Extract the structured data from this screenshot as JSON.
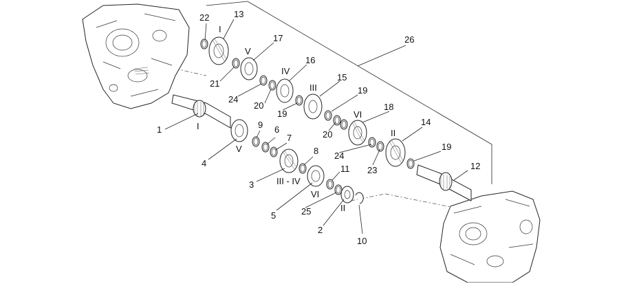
{
  "diagram": {
    "callouts": [
      {
        "id": "c1",
        "text": "1"
      },
      {
        "id": "c2",
        "text": "2"
      },
      {
        "id": "c3",
        "text": "3"
      },
      {
        "id": "c4",
        "text": "4"
      },
      {
        "id": "c5",
        "text": "5"
      },
      {
        "id": "c6",
        "text": "6"
      },
      {
        "id": "c7",
        "text": "7"
      },
      {
        "id": "c8",
        "text": "8"
      },
      {
        "id": "c9",
        "text": "9"
      },
      {
        "id": "c10",
        "text": "10"
      },
      {
        "id": "c11",
        "text": "11"
      },
      {
        "id": "c12",
        "text": "12"
      },
      {
        "id": "c13",
        "text": "13"
      },
      {
        "id": "c14",
        "text": "14"
      },
      {
        "id": "c15",
        "text": "15"
      },
      {
        "id": "c16",
        "text": "16"
      },
      {
        "id": "c17",
        "text": "17"
      },
      {
        "id": "c18",
        "text": "18"
      },
      {
        "id": "c19a",
        "text": "19"
      },
      {
        "id": "c19b",
        "text": "19"
      },
      {
        "id": "c19c",
        "text": "19"
      },
      {
        "id": "c20a",
        "text": "20"
      },
      {
        "id": "c20b",
        "text": "20"
      },
      {
        "id": "c21",
        "text": "21"
      },
      {
        "id": "c22",
        "text": "22"
      },
      {
        "id": "c23",
        "text": "23"
      },
      {
        "id": "c24a",
        "text": "24"
      },
      {
        "id": "c24b",
        "text": "24"
      },
      {
        "id": "c25",
        "text": "25"
      },
      {
        "id": "c26",
        "text": "26"
      }
    ],
    "gear_labels": [
      {
        "id": "g_I_top",
        "text": "I"
      },
      {
        "id": "g_V_top",
        "text": "V"
      },
      {
        "id": "g_IV",
        "text": "IV"
      },
      {
        "id": "g_III",
        "text": "III"
      },
      {
        "id": "g_VI_top",
        "text": "VI"
      },
      {
        "id": "g_II_top",
        "text": "II"
      },
      {
        "id": "g_I_shaft",
        "text": "I"
      },
      {
        "id": "g_V_low",
        "text": "V"
      },
      {
        "id": "g_III_IV",
        "text": "III - IV"
      },
      {
        "id": "g_VI_low",
        "text": "VI"
      },
      {
        "id": "g_II_low",
        "text": "II"
      }
    ]
  }
}
